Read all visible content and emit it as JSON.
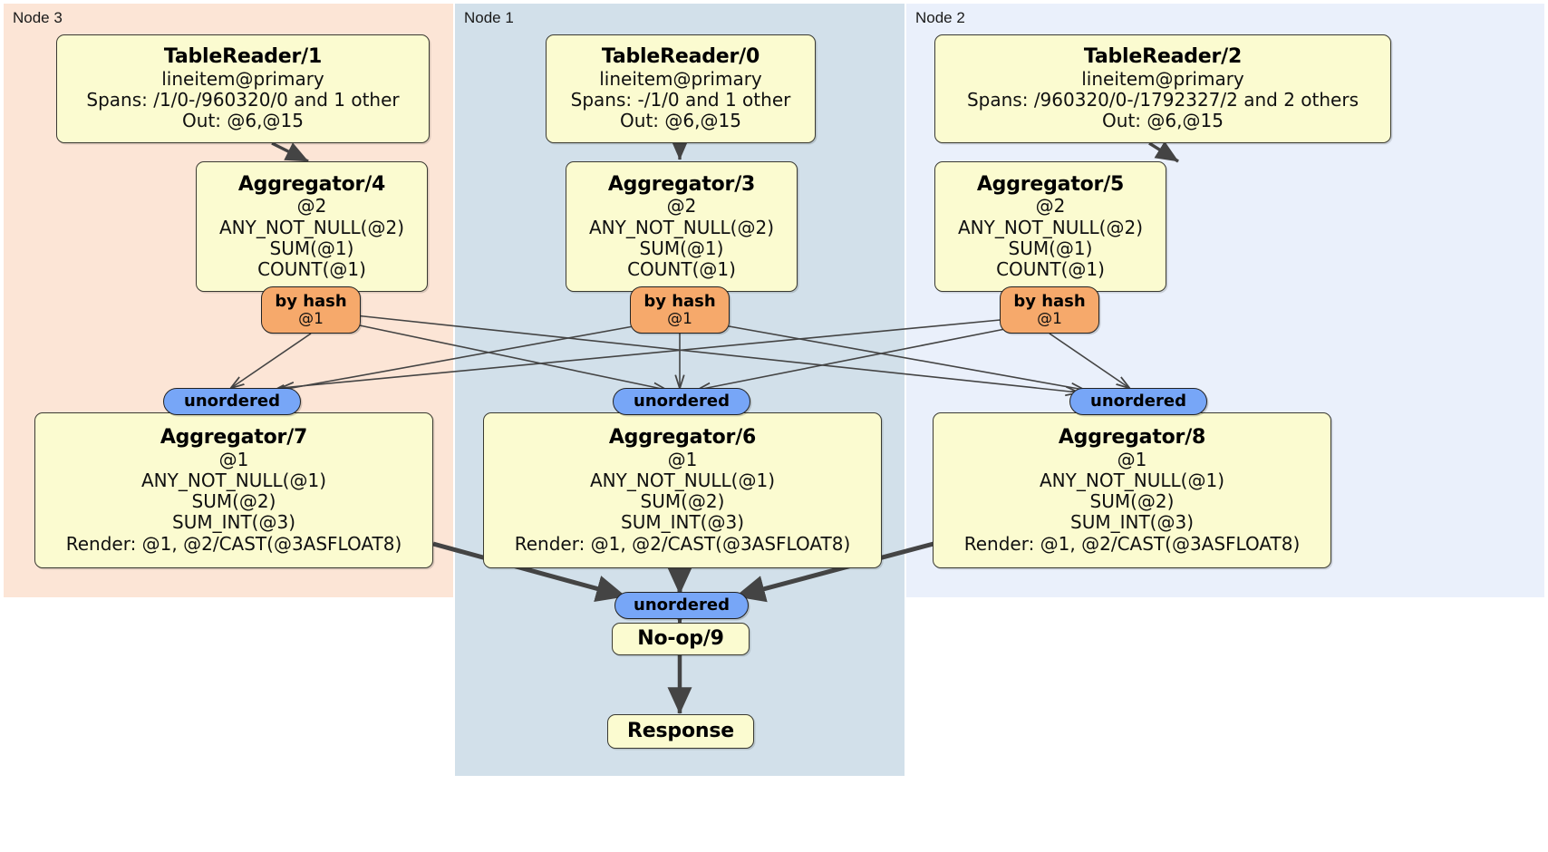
{
  "diagram": {
    "type": "distributed-query-plan-flow",
    "colors": {
      "node3_panel": "#fce5d6",
      "node1_panel": "#d2e0ea",
      "node2_panel": "#eaf0fb",
      "processor_box": "#fbfbd0",
      "hash_router": "#f6a96b",
      "unordered_router": "#77a6f7",
      "edge": "#444444",
      "border": "#3a3a32"
    },
    "panels": [
      {
        "id": "node3",
        "label": "Node 3"
      },
      {
        "id": "node1",
        "label": "Node 1"
      },
      {
        "id": "node2",
        "label": "Node 2"
      }
    ],
    "boxes": [
      {
        "id": "tablereader1",
        "title": "TableReader/1",
        "lines": [
          "lineitem@primary",
          "Spans: /1/0-/960320/0 and 1 other",
          "Out: @6,@15"
        ]
      },
      {
        "id": "tablereader0",
        "title": "TableReader/0",
        "lines": [
          "lineitem@primary",
          "Spans: -/1/0 and 1 other",
          "Out: @6,@15"
        ]
      },
      {
        "id": "tablereader2",
        "title": "TableReader/2",
        "lines": [
          "lineitem@primary",
          "Spans: /960320/0-/1792327/2 and 2 others",
          "Out: @6,@15"
        ]
      },
      {
        "id": "aggregator4",
        "title": "Aggregator/4",
        "lines": [
          "@2",
          "ANY_NOT_NULL(@2)",
          "SUM(@1)",
          "COUNT(@1)"
        ]
      },
      {
        "id": "aggregator3",
        "title": "Aggregator/3",
        "lines": [
          "@2",
          "ANY_NOT_NULL(@2)",
          "SUM(@1)",
          "COUNT(@1)"
        ]
      },
      {
        "id": "aggregator5",
        "title": "Aggregator/5",
        "lines": [
          "@2",
          "ANY_NOT_NULL(@2)",
          "SUM(@1)",
          "COUNT(@1)"
        ]
      },
      {
        "id": "aggregator7",
        "title": "Aggregator/7",
        "lines": [
          "@1",
          "ANY_NOT_NULL(@1)",
          "SUM(@2)",
          "SUM_INT(@3)",
          "Render: @1, @2/CAST(@3ASFLOAT8)"
        ]
      },
      {
        "id": "aggregator6",
        "title": "Aggregator/6",
        "lines": [
          "@1",
          "ANY_NOT_NULL(@1)",
          "SUM(@2)",
          "SUM_INT(@3)",
          "Render: @1, @2/CAST(@3ASFLOAT8)"
        ]
      },
      {
        "id": "aggregator8",
        "title": "Aggregator/8",
        "lines": [
          "@1",
          "ANY_NOT_NULL(@1)",
          "SUM(@2)",
          "SUM_INT(@3)",
          "Render: @1, @2/CAST(@3ASFLOAT8)"
        ]
      },
      {
        "id": "noop9",
        "title": "No-op/9",
        "lines": []
      },
      {
        "id": "response",
        "title": "Response",
        "lines": []
      }
    ],
    "routers": [
      {
        "id": "hash_left",
        "kind": "hash",
        "title": "by hash",
        "sub": "@1"
      },
      {
        "id": "hash_mid",
        "kind": "hash",
        "title": "by hash",
        "sub": "@1"
      },
      {
        "id": "hash_right",
        "kind": "hash",
        "title": "by hash",
        "sub": "@1"
      },
      {
        "id": "unord_left",
        "kind": "unordered",
        "title": "unordered",
        "sub": ""
      },
      {
        "id": "unord_mid",
        "kind": "unordered",
        "title": "unordered",
        "sub": ""
      },
      {
        "id": "unord_right",
        "kind": "unordered",
        "title": "unordered",
        "sub": ""
      },
      {
        "id": "unord_final",
        "kind": "unordered",
        "title": "unordered",
        "sub": ""
      }
    ]
  }
}
